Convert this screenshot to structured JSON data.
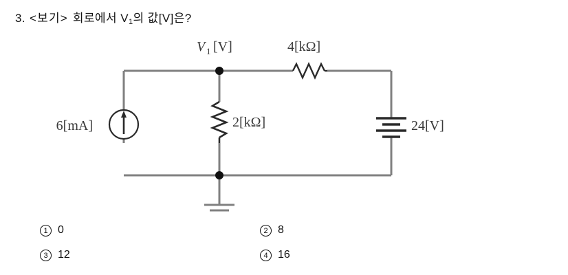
{
  "question": {
    "number": "3.",
    "reference_tag": "<보기>",
    "text": "회로에서",
    "symbol": "V",
    "symbol_sub": "1",
    "tail": "의 값[V]은?"
  },
  "circuit": {
    "title": "circuit-diagram",
    "node_label": {
      "symbol": "V",
      "subscript": "1",
      "unit": "[V]"
    },
    "components": [
      {
        "id": "current-source",
        "type": "current-source",
        "label": "6[mA]",
        "direction": "up"
      },
      {
        "id": "resistor-shunt",
        "type": "resistor",
        "label": "2[kΩ]",
        "orientation": "vertical"
      },
      {
        "id": "resistor-series",
        "type": "resistor",
        "label": "4[kΩ]",
        "orientation": "horizontal"
      },
      {
        "id": "voltage-source",
        "type": "battery",
        "label": "24[V]"
      },
      {
        "id": "ground",
        "type": "ground",
        "label": ""
      }
    ],
    "labels": {
      "current_source": "6[mA]",
      "series_resistor": "4[kΩ]",
      "shunt_resistor": "2[kΩ]",
      "battery": "24[V]"
    },
    "colors": {
      "wire": "#808080",
      "symbol": "#2a2a2a",
      "text": "#3a3a3a"
    }
  },
  "answers": [
    {
      "marker": "1",
      "value": "0"
    },
    {
      "marker": "2",
      "value": "8"
    },
    {
      "marker": "3",
      "value": "12"
    },
    {
      "marker": "4",
      "value": "16"
    }
  ]
}
